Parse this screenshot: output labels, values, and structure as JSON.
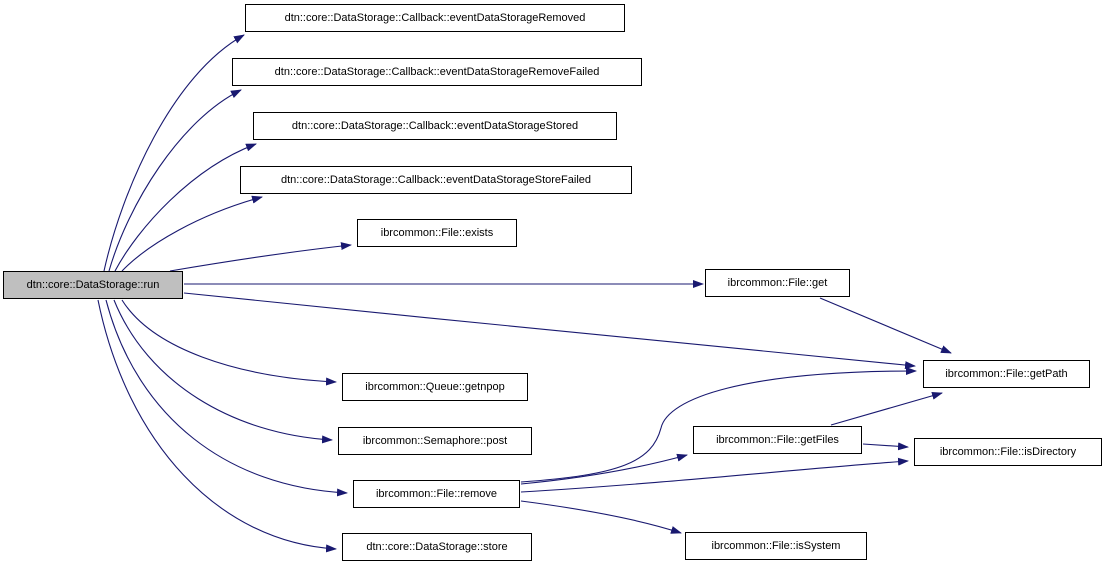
{
  "diagram": {
    "type": "call-graph",
    "background_color": "#ffffff",
    "edge_color": "#191970",
    "node_border_color": "#000000",
    "node_fill_color": "#ffffff",
    "focus_node_fill_color": "#bfbfbf",
    "nodes": [
      {
        "id": "run",
        "label": "dtn::core::DataStorage::run",
        "focus": true
      },
      {
        "id": "evRemoved",
        "label": "dtn::core::DataStorage::Callback::eventDataStorageRemoved"
      },
      {
        "id": "evRemoveFailed",
        "label": "dtn::core::DataStorage::Callback::eventDataStorageRemoveFailed"
      },
      {
        "id": "evStored",
        "label": "dtn::core::DataStorage::Callback::eventDataStorageStored"
      },
      {
        "id": "evStoreFailed",
        "label": "dtn::core::DataStorage::Callback::eventDataStorageStoreFailed"
      },
      {
        "id": "exists",
        "label": "ibrcommon::File::exists"
      },
      {
        "id": "get",
        "label": "ibrcommon::File::get"
      },
      {
        "id": "getnpop",
        "label": "ibrcommon::Queue::getnpop"
      },
      {
        "id": "post",
        "label": "ibrcommon::Semaphore::post"
      },
      {
        "id": "remove",
        "label": "ibrcommon::File::remove"
      },
      {
        "id": "store",
        "label": "dtn::core::DataStorage::store"
      },
      {
        "id": "getPath",
        "label": "ibrcommon::File::getPath"
      },
      {
        "id": "getFiles",
        "label": "ibrcommon::File::getFiles"
      },
      {
        "id": "isDirectory",
        "label": "ibrcommon::File::isDirectory"
      },
      {
        "id": "isSystem",
        "label": "ibrcommon::File::isSystem"
      }
    ],
    "edges": [
      {
        "from": "run",
        "to": "evRemoved"
      },
      {
        "from": "run",
        "to": "evRemoveFailed"
      },
      {
        "from": "run",
        "to": "evStored"
      },
      {
        "from": "run",
        "to": "evStoreFailed"
      },
      {
        "from": "run",
        "to": "exists"
      },
      {
        "from": "run",
        "to": "get"
      },
      {
        "from": "run",
        "to": "getPath"
      },
      {
        "from": "run",
        "to": "getnpop"
      },
      {
        "from": "run",
        "to": "post"
      },
      {
        "from": "run",
        "to": "remove"
      },
      {
        "from": "run",
        "to": "store"
      },
      {
        "from": "get",
        "to": "getPath"
      },
      {
        "from": "remove",
        "to": "getFiles"
      },
      {
        "from": "remove",
        "to": "getPath"
      },
      {
        "from": "remove",
        "to": "isDirectory"
      },
      {
        "from": "remove",
        "to": "isSystem"
      },
      {
        "from": "getFiles",
        "to": "getPath"
      },
      {
        "from": "getFiles",
        "to": "isDirectory"
      }
    ]
  }
}
